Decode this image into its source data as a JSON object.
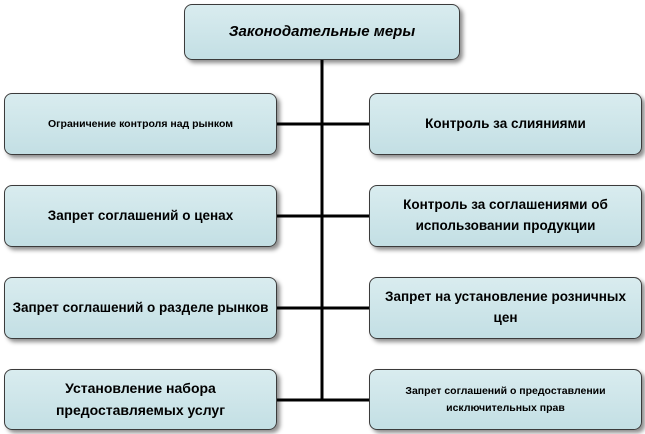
{
  "diagram": {
    "root": {
      "label": "Законодательные меры"
    },
    "left": [
      {
        "label": "Ограничение контроля над рынком"
      },
      {
        "label": "Запрет соглашений о ценах"
      },
      {
        "label": "Запрет соглашений о разделе рынков"
      },
      {
        "label": "Установление набора предоставляемых услуг"
      }
    ],
    "right": [
      {
        "label": "Контроль за слияниями"
      },
      {
        "label": "Контроль за соглашениями об использовании продукции"
      },
      {
        "label": "Запрет на установление розничных цен"
      },
      {
        "label": "Запрет соглашений о предоставлении исключительных прав"
      }
    ],
    "colors": {
      "box_fill": "#c9e3e8",
      "box_border": "#3b3b3b",
      "connector": "#000000"
    }
  }
}
